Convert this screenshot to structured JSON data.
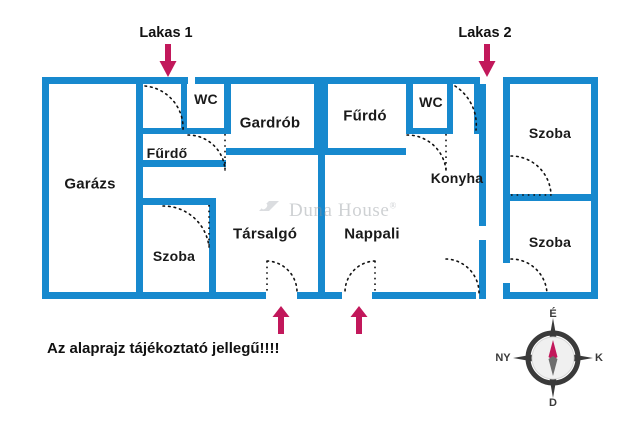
{
  "plan": {
    "title_note": "Az alaprajz tájékoztató jellegű!!!!",
    "wall_color": "#1789ce",
    "arrow_color": "#c2185b",
    "entries": [
      {
        "label": "Lakas 1",
        "name": "entry-marker-lakas-1"
      },
      {
        "label": "Lakas 2",
        "name": "entry-marker-lakas-2"
      }
    ],
    "rooms": [
      {
        "key": "garazs",
        "label": "Garázs"
      },
      {
        "key": "wc_left",
        "label": "WC"
      },
      {
        "key": "furdo_left",
        "label": "Fűrdő"
      },
      {
        "key": "gardrob",
        "label": "Gardrób"
      },
      {
        "key": "furdo_right",
        "label": "Fűrdó"
      },
      {
        "key": "wc_right",
        "label": "WC"
      },
      {
        "key": "konyha",
        "label": "Konyha"
      },
      {
        "key": "szoba_left",
        "label": "Szoba"
      },
      {
        "key": "tarsalgo",
        "label": "Társalgó"
      },
      {
        "key": "nappali",
        "label": "Nappali"
      },
      {
        "key": "szoba_top_right",
        "label": "Szoba"
      },
      {
        "key": "szoba_bottom_right",
        "label": "Szoba"
      }
    ]
  },
  "watermark": {
    "text": "Duna House",
    "registered_mark": "®",
    "logo_icon": "duna-house-logo-icon"
  },
  "compass": {
    "north": "É",
    "south": "D",
    "east": "K",
    "west": "NY",
    "needle_icon": "compass-needle-icon"
  }
}
